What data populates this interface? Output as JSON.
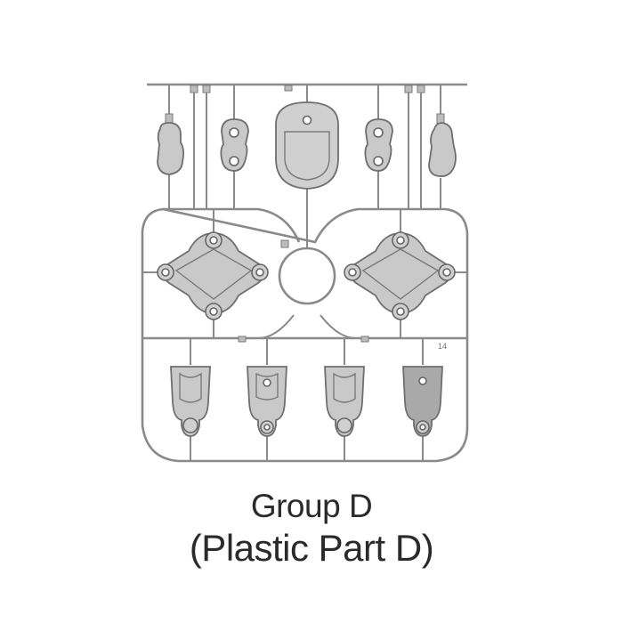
{
  "caption": {
    "title": "Group D",
    "subtitle": "(Plastic Part D)"
  },
  "colors": {
    "part_fill": "#c9c9c9",
    "part_fill_dark": "#a9a9a9",
    "runner": "#8a8a8a",
    "caption_text": "#2a2a2a",
    "background": "#ffffff"
  },
  "diagram": {
    "label_small": "14"
  }
}
